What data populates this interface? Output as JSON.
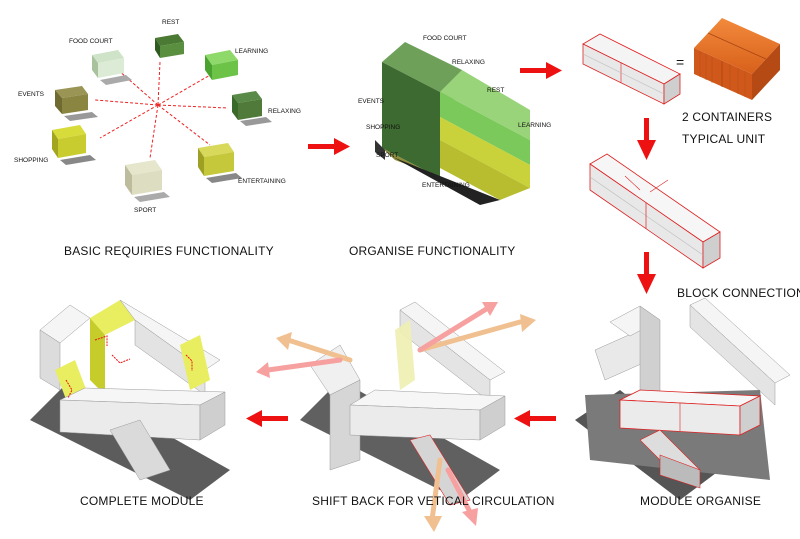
{
  "captions": {
    "basic": "BASIC REQUIRIES FUNCTIONALITY",
    "organise": "ORGANISE  FUNCTIONALITY",
    "typical_unit": "TYPICAL UNIT",
    "containers": "2 CONTAINERS",
    "equals": "=",
    "block_connection": "BLOCK CONNECTION",
    "module_organise": "MODULE ORGANISE",
    "shift_back": "SHIFT BACK FOR VETICAL CIRCULATION",
    "complete_module": "COMPLETE MODULE"
  },
  "functions_ring": {
    "rest": "REST",
    "food_court": "FOOD COURT",
    "learning": "LEARNING",
    "events": "EVENTS",
    "relaxing": "RELAXING",
    "shopping": "SHOPPING",
    "entertaining": "ENTERTAINING",
    "sport": "SPORT"
  },
  "functions_stack": {
    "food_court": "FOOD COURT",
    "relaxing": "RELAXING",
    "rest": "REST",
    "events": "EVENTS",
    "shopping": "SHOPPING",
    "learning": "LEARNING",
    "sport": "SPORT",
    "entertaining": "ENTERTAINING"
  },
  "colors": {
    "arrow": "#ee1111",
    "container_orange": "#e0681c",
    "box_face": "#f3f3f3",
    "box_shadow": "#8a8a8a",
    "green": "#5fbf3a",
    "dark_green": "#4f7a3a",
    "yellow": "#d9dc3a",
    "olive": "#8e8a3a"
  }
}
